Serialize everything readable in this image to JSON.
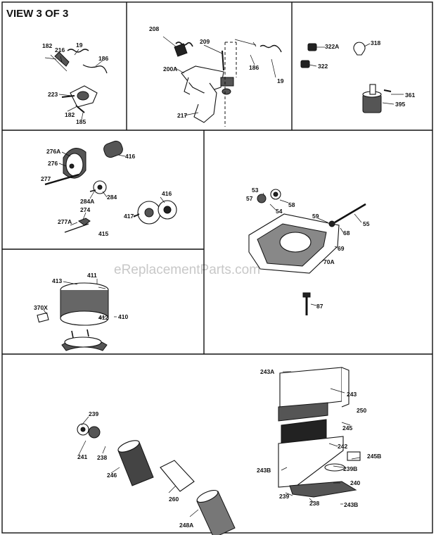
{
  "header": {
    "title": "VIEW 3 OF 3"
  },
  "watermark": "eReplacementParts.com",
  "panels": {
    "governor_linkage": [
      "182",
      "216",
      "19",
      "186",
      "223",
      "182",
      "185"
    ],
    "control_bracket": [
      "208",
      "209",
      "200A",
      "186",
      "19",
      "217"
    ],
    "solenoid_parts": [
      "322A",
      "318",
      "322",
      "361",
      "395"
    ],
    "muffler": [
      "276A",
      "416",
      "276",
      "277",
      "284A",
      "284",
      "274",
      "277A",
      "415",
      "416",
      "417"
    ],
    "carburetor": [
      "53",
      "57",
      "58",
      "54",
      "59",
      "55",
      "68",
      "69",
      "70A",
      "87"
    ],
    "air_cleaner": [
      "413",
      "411",
      "370X",
      "412",
      "410"
    ],
    "cleaner_assembly": [
      "243A",
      "243",
      "250",
      "245",
      "242",
      "245B",
      "239",
      "241",
      "238",
      "246",
      "243B",
      "239B",
      "240",
      "239",
      "238",
      "243B",
      "260",
      "248A"
    ]
  }
}
